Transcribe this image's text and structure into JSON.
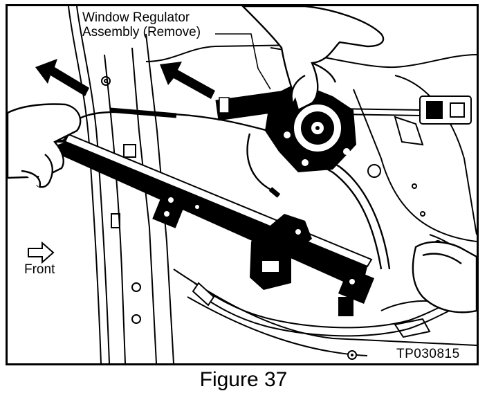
{
  "figure": {
    "callout_line1": "Window Regulator",
    "callout_line2": "Assembly (Remove)",
    "front_label": "Front",
    "code": "TP030815",
    "caption": "Figure 37"
  },
  "icons": [
    "front-direction-arrow",
    "removal-direction-arrow",
    "hand",
    "motor",
    "ground-symbol"
  ]
}
